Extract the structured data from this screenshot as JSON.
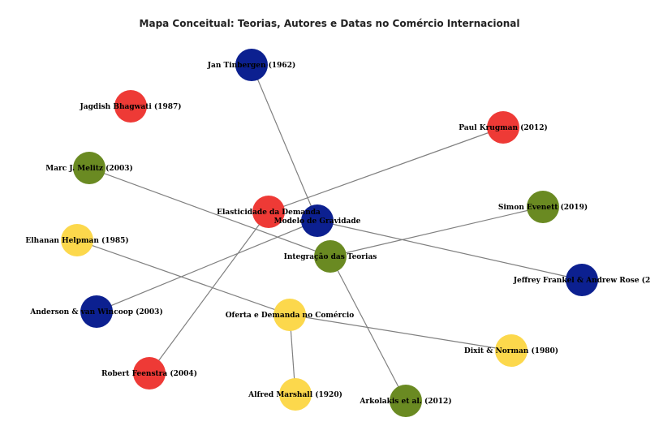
{
  "title": "Mapa Conceitual: Teorias, Autores e Datas no Comércio Internacional",
  "colors": {
    "red": "#ee3a36",
    "blue": "#0c2090",
    "green": "#6a8a22",
    "yellow": "#fcd84c",
    "edge": "#808080"
  },
  "nodes": [
    {
      "id": "tinbergen",
      "label": "Jan Tinbergen (1962)",
      "color": "blue"
    },
    {
      "id": "bhagwati",
      "label": "Jagdish Bhagwati (1987)",
      "color": "red"
    },
    {
      "id": "krugman",
      "label": "Paul Krugman (2012)",
      "color": "red"
    },
    {
      "id": "melitz",
      "label": "Marc J. Melitz (2003)",
      "color": "green"
    },
    {
      "id": "elasticidade",
      "label": "Elasticidade da Demanda",
      "color": "red"
    },
    {
      "id": "gravidade",
      "label": "Modelo de Gravidade",
      "color": "blue"
    },
    {
      "id": "evenett",
      "label": "Simon Evenett (2019)",
      "color": "green"
    },
    {
      "id": "helpman",
      "label": "Elhanan Helpman (1985)",
      "color": "yellow"
    },
    {
      "id": "integracao",
      "label": "Integração das Teorias",
      "color": "green"
    },
    {
      "id": "frankel",
      "label": "Jeffrey Frankel & Andrew Rose (2",
      "color": "blue"
    },
    {
      "id": "anderson",
      "label": "Anderson & van Wincoop (2003)",
      "color": "blue"
    },
    {
      "id": "oferta",
      "label": "Oferta e Demanda no Comércio",
      "color": "yellow"
    },
    {
      "id": "dixit",
      "label": "Dixit & Norman (1980)",
      "color": "yellow"
    },
    {
      "id": "feenstra",
      "label": "Robert Feenstra (2004)",
      "color": "red"
    },
    {
      "id": "marshall",
      "label": "Alfred Marshall (1920)",
      "color": "yellow"
    },
    {
      "id": "arkolakis",
      "label": "Arkolakis et al. (2012)",
      "color": "green"
    }
  ],
  "edges": [
    [
      "tinbergen",
      "gravidade"
    ],
    [
      "gravidade",
      "anderson"
    ],
    [
      "gravidade",
      "frankel"
    ],
    [
      "elasticidade",
      "krugman"
    ],
    [
      "elasticidade",
      "feenstra"
    ],
    [
      "melitz",
      "integracao"
    ],
    [
      "integracao",
      "evenett"
    ],
    [
      "integracao",
      "arkolakis"
    ],
    [
      "helpman",
      "oferta"
    ],
    [
      "oferta",
      "dixit"
    ],
    [
      "oferta",
      "marshall"
    ]
  ]
}
